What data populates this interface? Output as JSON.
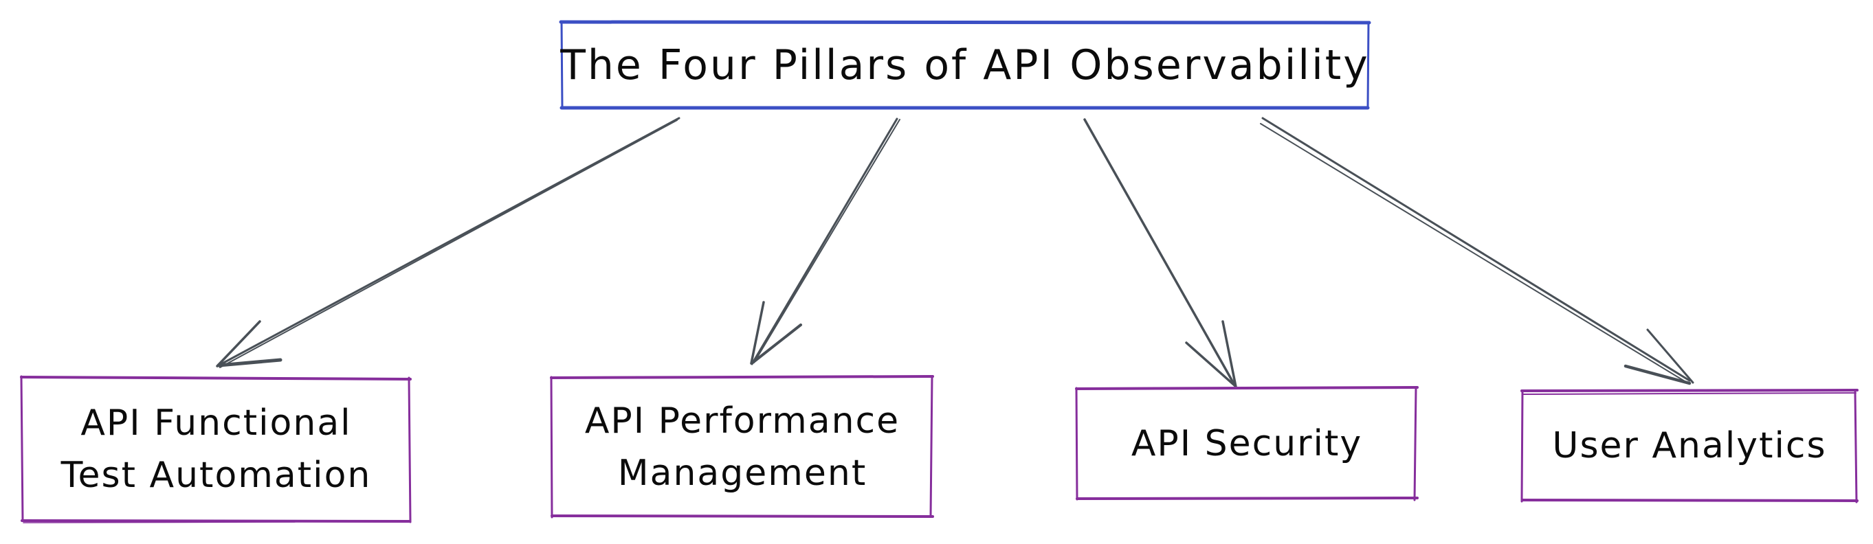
{
  "diagram": {
    "title": "The Four Pillars of API Observability",
    "colors": {
      "title_border": "#3b4fc4",
      "pillar_border": "#862e9c",
      "arrow": "#495057",
      "text": "#0b0b0b",
      "background": "#ffffff"
    },
    "pillars": [
      {
        "label": "API Functional\nTest Automation"
      },
      {
        "label": "API Performance\nManagement"
      },
      {
        "label": "API Security"
      },
      {
        "label": "User Analytics"
      }
    ],
    "edges": [
      {
        "from": "title",
        "to": "pillar-1"
      },
      {
        "from": "title",
        "to": "pillar-2"
      },
      {
        "from": "title",
        "to": "pillar-3"
      },
      {
        "from": "title",
        "to": "pillar-4"
      }
    ]
  }
}
